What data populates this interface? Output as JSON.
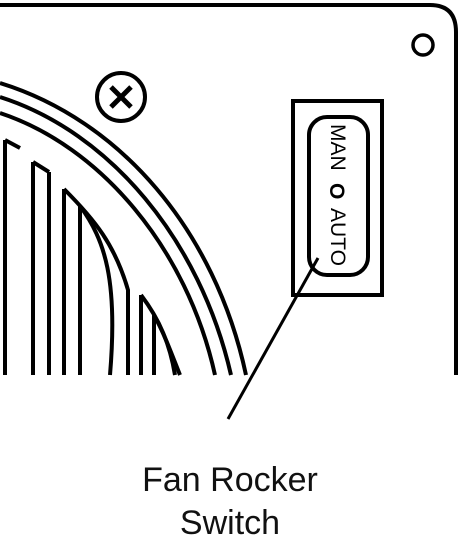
{
  "switch": {
    "label_manual": "MAN",
    "label_off": "O",
    "label_auto": "AUTO"
  },
  "callout": {
    "line1": "Fan Rocker",
    "line2": "Switch"
  },
  "icons": {
    "screw": "screw-head-icon",
    "hole": "mounting-hole-icon"
  },
  "colors": {
    "line": "#000000",
    "background": "#ffffff"
  }
}
